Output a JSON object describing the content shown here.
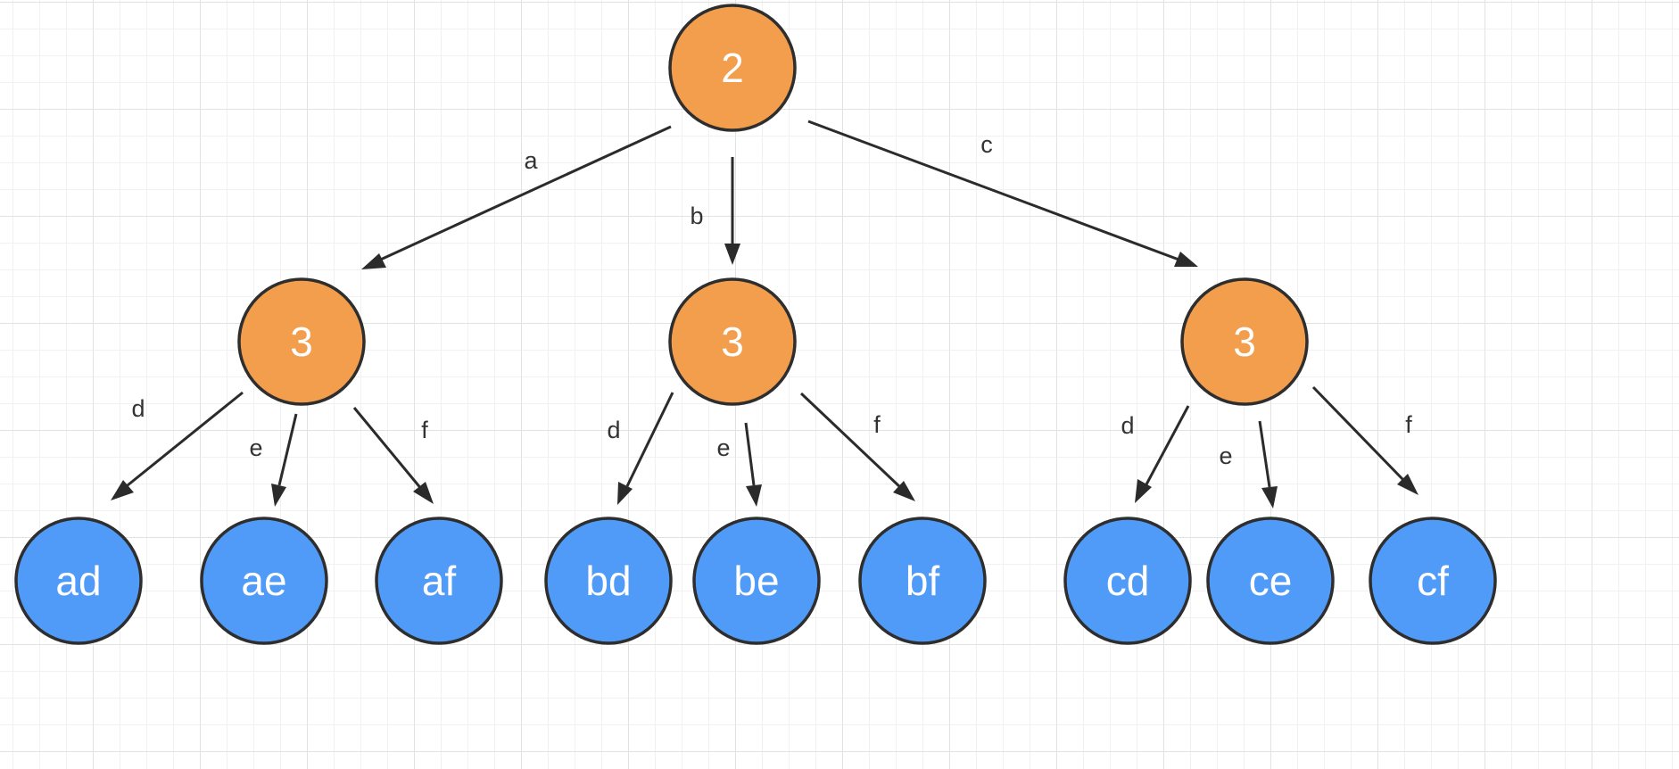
{
  "colors": {
    "inner_node": "#f29e4c",
    "leaf_node": "#4f9bf7",
    "edge": "#2b2b2b"
  },
  "nodes": {
    "root": {
      "label": "2"
    },
    "a_child": {
      "label": "3"
    },
    "b_child": {
      "label": "3"
    },
    "c_child": {
      "label": "3"
    },
    "ad": {
      "label": "ad"
    },
    "ae": {
      "label": "ae"
    },
    "af": {
      "label": "af"
    },
    "bd": {
      "label": "bd"
    },
    "be": {
      "label": "be"
    },
    "bf": {
      "label": "bf"
    },
    "cd": {
      "label": "cd"
    },
    "ce": {
      "label": "ce"
    },
    "cf": {
      "label": "cf"
    }
  },
  "edges": {
    "root_a": {
      "label": "a"
    },
    "root_b": {
      "label": "b"
    },
    "root_c": {
      "label": "c"
    },
    "a_d": {
      "label": "d"
    },
    "a_e": {
      "label": "e"
    },
    "a_f": {
      "label": "f"
    },
    "b_d": {
      "label": "d"
    },
    "b_e": {
      "label": "e"
    },
    "b_f": {
      "label": "f"
    },
    "c_d": {
      "label": "d"
    },
    "c_e": {
      "label": "e"
    },
    "c_f": {
      "label": "f"
    }
  }
}
